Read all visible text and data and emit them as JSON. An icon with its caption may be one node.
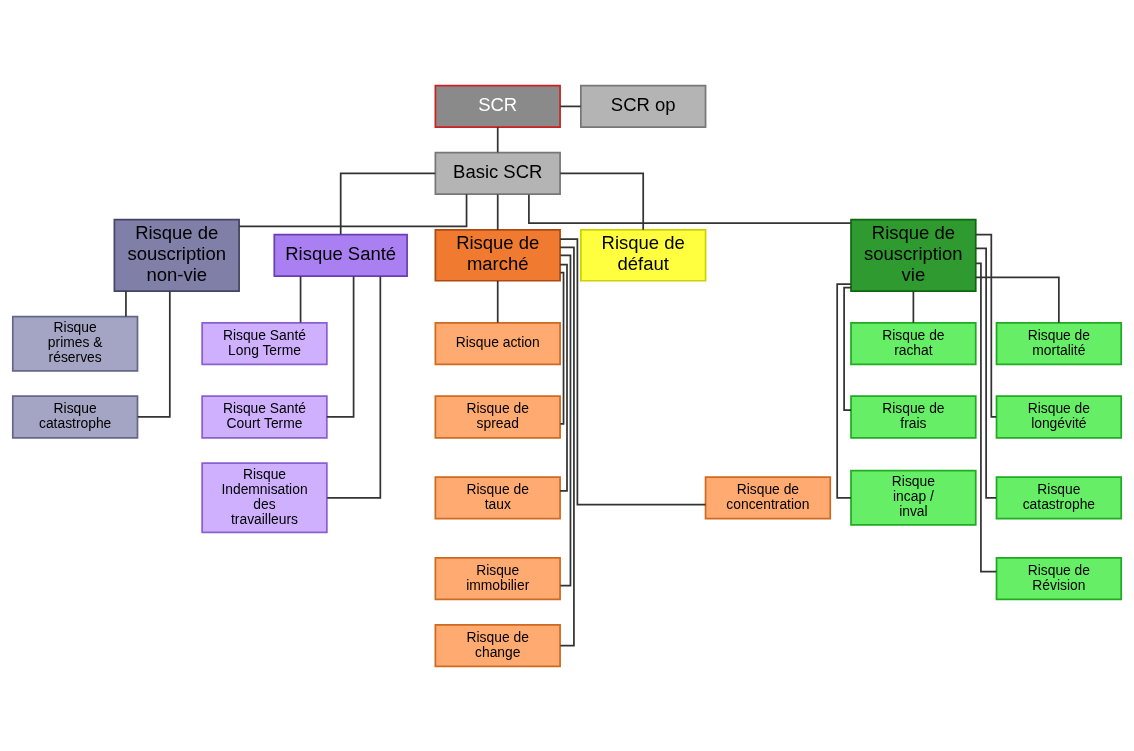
{
  "diagram": {
    "nodes": [
      {
        "text": [
          "SCR"
        ]
      },
      {
        "text": [
          "SCR op"
        ]
      },
      {
        "text": [
          "Basic SCR"
        ]
      },
      {
        "text": [
          "Risque de souscription non-vie"
        ]
      },
      {
        "text": [
          "Risque Santé"
        ]
      },
      {
        "text": [
          "Risque de marché"
        ]
      },
      {
        "text": [
          "Risque de défaut"
        ]
      },
      {
        "text": [
          "Risque de souscription vie"
        ]
      },
      {
        "text": [
          "Risque primes & réserves"
        ]
      },
      {
        "text": [
          "Risque catastrophe"
        ]
      },
      {
        "text": [
          "Risque Santé Long Terme"
        ]
      },
      {
        "text": [
          "Risque Santé Court Terme"
        ]
      },
      {
        "text": [
          "Risque Indemnisation des travailleurs"
        ]
      },
      {
        "text": [
          "Risque action"
        ]
      },
      {
        "text": [
          "Risque de spread"
        ]
      },
      {
        "text": [
          "Risque de taux"
        ]
      },
      {
        "text": [
          "Risque immobilier"
        ]
      },
      {
        "text": [
          "Risque de change"
        ]
      },
      {
        "text": [
          "Risque de concentration"
        ]
      },
      {
        "text": [
          "Risque de rachat"
        ]
      },
      {
        "text": [
          "Risque de mortalité"
        ]
      },
      {
        "text": [
          "Risque de frais"
        ]
      },
      {
        "text": [
          "Risque de longévité"
        ]
      },
      {
        "text": [
          "Risque incap / inval"
        ]
      },
      {
        "text": [
          "Risque catastrophe"
        ]
      },
      {
        "text": [
          "Risque de Révision"
        ]
      }
    ],
    "edges": [
      {
        "from": 0,
        "to": 1,
        "arrow": "none"
      },
      {
        "from": 0,
        "to": 2,
        "arrow": "none"
      },
      {
        "from": 2,
        "to": 3,
        "arrow": "none"
      },
      {
        "from": 2,
        "to": 4,
        "arrow": "none"
      },
      {
        "from": 2,
        "to": 5,
        "arrow": "none"
      },
      {
        "from": 2,
        "to": 6,
        "arrow": "none"
      },
      {
        "from": 2,
        "to": 7,
        "arrow": "none"
      },
      {
        "from": 3,
        "to": 8,
        "arrow": "none"
      },
      {
        "from": 3,
        "to": 9,
        "arrow": "none"
      },
      {
        "from": 4,
        "to": 10,
        "arrow": "none"
      },
      {
        "from": 4,
        "to": 11,
        "arrow": "none"
      },
      {
        "from": 4,
        "to": 12,
        "arrow": "none"
      },
      {
        "from": 5,
        "to": 13,
        "arrow": "none"
      },
      {
        "from": 5,
        "to": 14,
        "arrow": "none"
      },
      {
        "from": 5,
        "to": 15,
        "arrow": "none"
      },
      {
        "from": 5,
        "to": 16,
        "arrow": "none"
      },
      {
        "from": 5,
        "to": 17,
        "arrow": "none"
      },
      {
        "from": 5,
        "to": 18,
        "arrow": "none"
      },
      {
        "from": 7,
        "to": 19,
        "arrow": "none"
      },
      {
        "from": 7,
        "to": 21,
        "arrow": "none"
      },
      {
        "from": 7,
        "to": 23,
        "arrow": "none"
      },
      {
        "from": 7,
        "to": 20,
        "arrow": "none"
      },
      {
        "from": 7,
        "to": 22,
        "arrow": "none"
      },
      {
        "from": 7,
        "to": 24,
        "arrow": "none"
      },
      {
        "from": 7,
        "to": 25,
        "arrow": "none"
      }
    ]
  }
}
